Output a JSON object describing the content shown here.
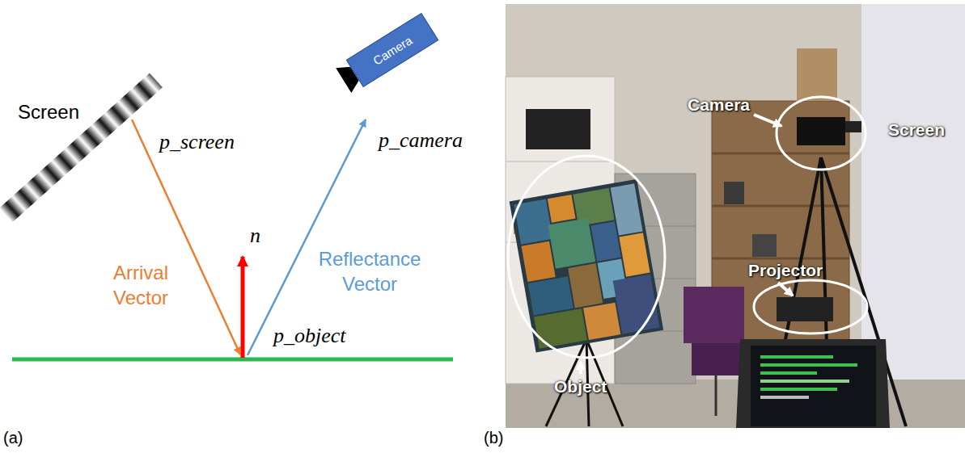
{
  "diagram": {
    "nodes": [
      {
        "text": [
          "Camera"
        ]
      }
    ],
    "labels": [
      "Screen",
      "p_screen",
      "Arrival Vector",
      "n⃗",
      "Reflectance Vector",
      "p_camera",
      "p_object",
      "(a)",
      "Camera",
      "Screen",
      "Projector",
      "Object",
      "(b)"
    ]
  }
}
